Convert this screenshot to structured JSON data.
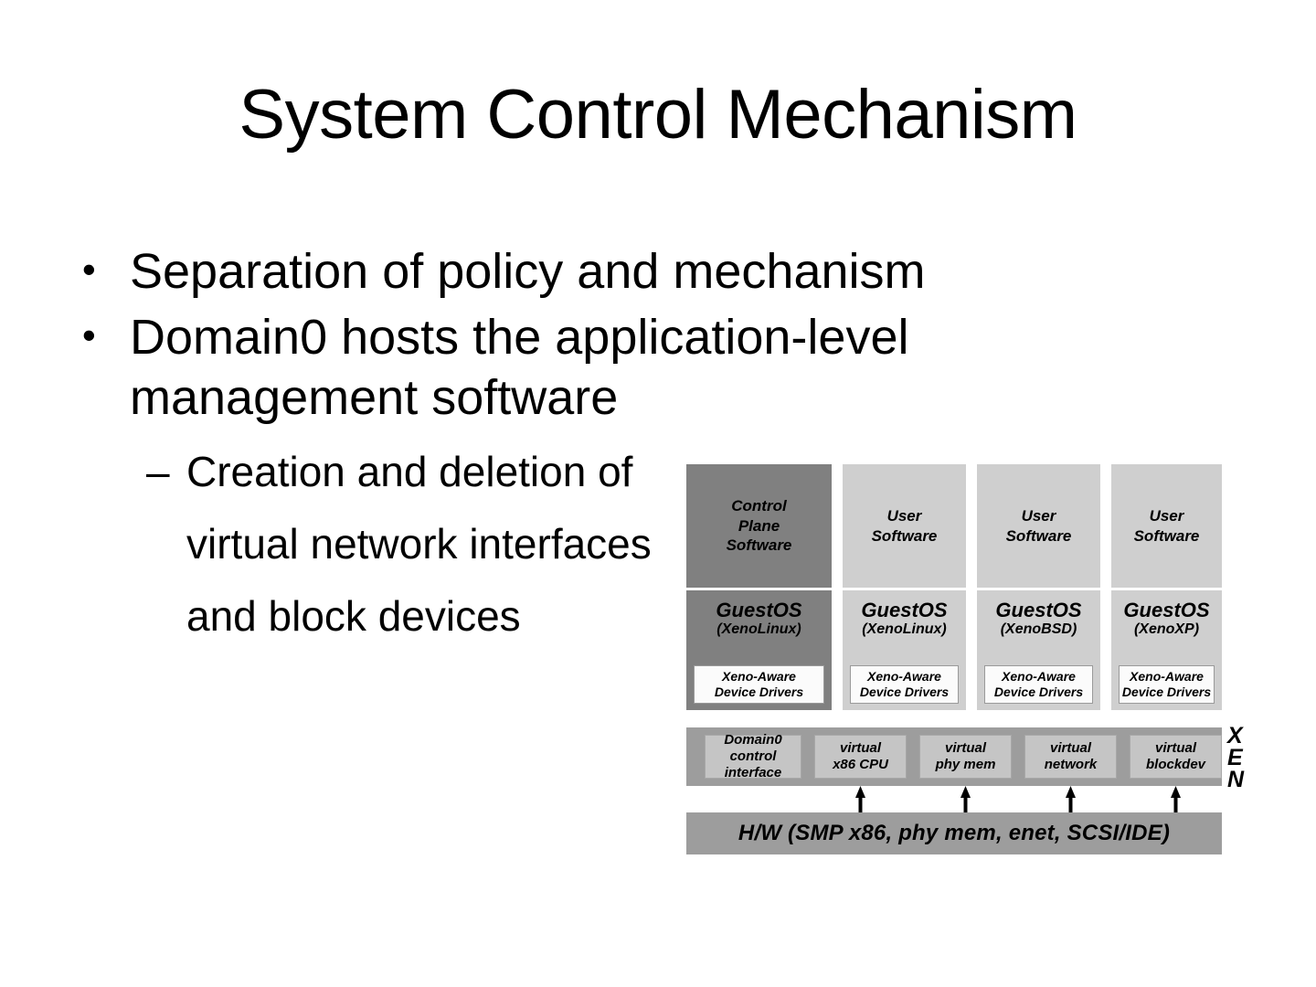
{
  "slide": {
    "title": "System Control Mechanism",
    "background_color": "#ffffff",
    "bullets": [
      {
        "marker": "•",
        "text": "Separation of policy and mechanism"
      },
      {
        "marker": "•",
        "text": "Domain0 hosts the application-level management software"
      }
    ],
    "sub_bullets": [
      {
        "marker": "–",
        "text": "Creation and deletion of virtual network interfaces and block devices"
      }
    ]
  },
  "diagram": {
    "name": "xen-architecture-diagram",
    "colors": {
      "dark_gray": "#808080",
      "light_gray": "#cfcfcf",
      "bar_gray": "#9d9d9d",
      "sub_box_gray": "#c5c5c5",
      "driver_box": "#fbfbfb"
    },
    "columns": [
      {
        "app_label": "Control\nPlane\nSoftware",
        "app_line1": "Control",
        "app_line2": "Plane",
        "app_line3": "Software",
        "os_title": "GuestOS",
        "os_sub": "(XenoLinux)",
        "driver_line1": "Xeno-Aware",
        "driver_line2": "Device Drivers",
        "shade": "dark"
      },
      {
        "app_line1": "User",
        "app_line2": "Software",
        "app_line3": "",
        "os_title": "GuestOS",
        "os_sub": "(XenoLinux)",
        "driver_line1": "Xeno-Aware",
        "driver_line2": "Device Drivers",
        "shade": "light"
      },
      {
        "app_line1": "User",
        "app_line2": "Software",
        "app_line3": "",
        "os_title": "GuestOS",
        "os_sub": "(XenoBSD)",
        "driver_line1": "Xeno-Aware",
        "driver_line2": "Device Drivers",
        "shade": "light"
      },
      {
        "app_line1": "User",
        "app_line2": "Software",
        "app_line3": "",
        "os_title": "GuestOS",
        "os_sub": "(XenoXP)",
        "driver_line1": "Xeno-Aware",
        "driver_line2": "Device Drivers",
        "shade": "light"
      }
    ],
    "xen_layer": {
      "letters": [
        "X",
        "E",
        "N"
      ],
      "blocks": [
        {
          "line1": "Domain0",
          "line2": "control",
          "line3": "interface"
        },
        {
          "line1": "virtual",
          "line2": "x86 CPU",
          "line3": ""
        },
        {
          "line1": "virtual",
          "line2": "phy mem",
          "line3": ""
        },
        {
          "line1": "virtual",
          "line2": "network",
          "line3": ""
        },
        {
          "line1": "virtual",
          "line2": "blockdev",
          "line3": ""
        }
      ]
    },
    "hardware": {
      "label": "H/W (SMP x86, phy mem, enet, SCSI/IDE)"
    }
  }
}
